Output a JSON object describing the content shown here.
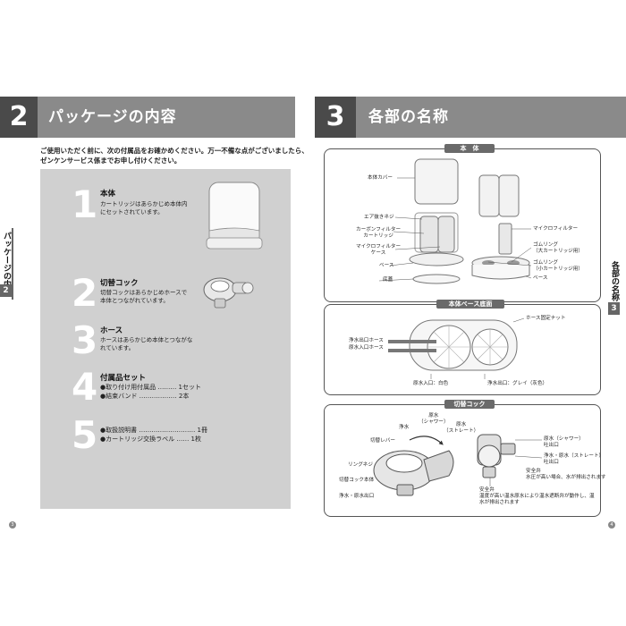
{
  "left": {
    "section_number": "2",
    "section_title": "パッケージの内容",
    "side_tab_label": "パッケージの内容",
    "side_tab_number": "2",
    "intro_line1": "ご使用いただく前に、次の付属品をお確かめください。万一不備な点がございましたら、",
    "intro_line2": "ゼンケンサービス係までお申し付けください。",
    "items": [
      {
        "number": "1",
        "title": "本体",
        "desc1": "カートリッジはあらかじめ本体内",
        "desc2": "にセットされています。"
      },
      {
        "number": "2",
        "title": "切替コック",
        "desc1": "切替コックはあらかじめホースで",
        "desc2": "本体とつながれています。"
      },
      {
        "number": "3",
        "title": "ホース",
        "desc1": "ホースはあらかじめ本体とつながな",
        "desc2": "れています。"
      },
      {
        "number": "4",
        "title": "付属品セット",
        "desc1": "●取り付け用付属品 ……… 1セット",
        "desc2": "●結束バンド ……………… 2本"
      },
      {
        "number": "5",
        "title": "",
        "desc1": "●取扱説明書 ……………………… 1冊",
        "desc2": "●カートリッジ交換ラベル …… 1枚"
      }
    ],
    "page_number": "3"
  },
  "right": {
    "section_number": "3",
    "section_title": "各部の名称",
    "side_tab_label": "各部の名称",
    "side_tab_number": "3",
    "box1": {
      "header": "本　体",
      "labels": {
        "cover": "本体カバー",
        "air_screw": "エア抜きネジ",
        "carbon1": "カーボンフィルター",
        "carbon2": "カートリッジ",
        "micro_case1": "マイクロフィルター",
        "micro_case2": "ケース",
        "base_left": "ベース",
        "bottom": "底蓋",
        "micro_filter": "マイクロフィルター",
        "ring_large1": "ゴムリング",
        "ring_large2": "（大カートリッジ用）",
        "ring_small1": "ゴムリング",
        "ring_small2": "（小カートリッジ用）",
        "base_right": "ベース"
      }
    },
    "box2": {
      "header": "本体ベース底面",
      "labels": {
        "hose_nut": "ホース固定ナット",
        "outlet": "浄水出口ホース",
        "inlet": "原水入口ホース",
        "inlet_color": "原水入口：白色",
        "outlet_color": "浄水出口：グレイ（灰色）"
      }
    },
    "box3": {
      "header": "切替コック",
      "labels": {
        "clean": "浄水",
        "shower1": "原水",
        "shower2": "（シャワー）",
        "straight1": "原水",
        "straight2": "（ストレート）",
        "lever": "切替レバー",
        "ring_screw": "リングネジ",
        "cock_body": "切替コック本体",
        "outlet_bottom": "浄水・原水出口",
        "out_shower1": "原水（シャワー）",
        "out_shower2": "吐出口",
        "out_straight1": "浄水・原水（ストレート）",
        "out_straight2": "吐出口",
        "safety1": "安全弁",
        "safety2": "水圧が高い場合、水が排出されます",
        "hot1": "安全弁",
        "hot2": "温度が高い温水原水により温水遮断弁が動作し、温",
        "hot3": "水が排出されます"
      }
    },
    "page_number": "4"
  }
}
